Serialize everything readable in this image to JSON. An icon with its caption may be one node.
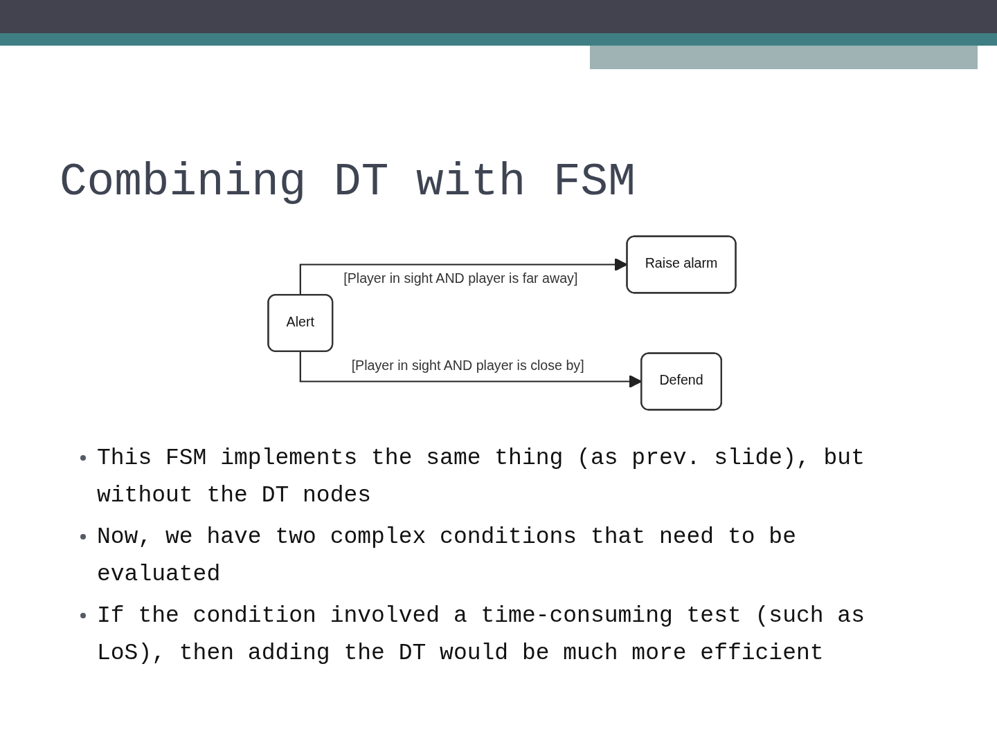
{
  "diagram": {
    "title": "Combining DT with FSM",
    "nodes": [
      {
        "text": [
          "Alert"
        ]
      },
      {
        "text": [
          "Raise alarm"
        ]
      },
      {
        "text": [
          "Defend"
        ]
      }
    ],
    "edges": [
      {
        "from": 0,
        "to": 1,
        "arrow": "to",
        "label": "[Player in sight AND player is far away]"
      },
      {
        "from": 0,
        "to": 2,
        "arrow": "to",
        "label": "[Player in sight AND player is close by]"
      }
    ],
    "labels": [
      "This FSM implements the same thing (as prev. slide), but without the DT nodes",
      "Now, we have two complex conditions that need to be evaluated",
      "If the condition involved a time-consuming test (such as LoS), then adding the DT would be much more efficient"
    ]
  }
}
